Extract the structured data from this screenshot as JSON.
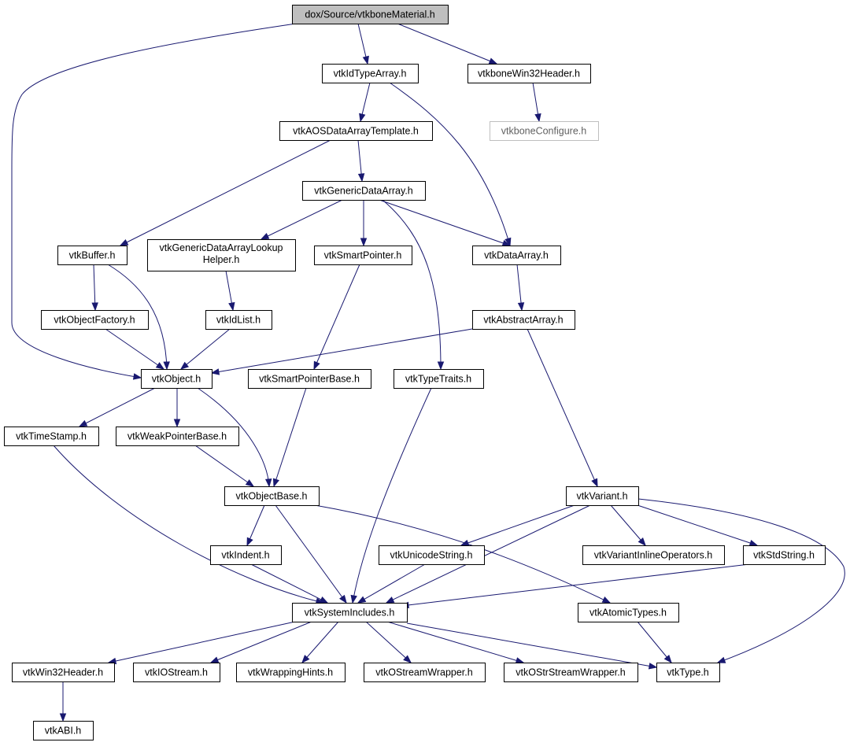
{
  "colors": {
    "edge": "#191970",
    "root_fill": "#bfbfbf",
    "node_border": "#000000",
    "missing_border": "#bfbfbf"
  },
  "nodes": [
    {
      "id": "root",
      "label": "dox/Source/vtkboneMaterial.h",
      "kind": "root"
    },
    {
      "id": "idtype",
      "label": "vtkIdTypeArray.h"
    },
    {
      "id": "win32hdr",
      "label": "vtkboneWin32Header.h"
    },
    {
      "id": "config",
      "label": "vtkboneConfigure.h",
      "kind": "missing"
    },
    {
      "id": "aos",
      "label": "vtkAOSDataArrayTemplate.h"
    },
    {
      "id": "generic",
      "label": "vtkGenericDataArray.h"
    },
    {
      "id": "buffer",
      "label": "vtkBuffer.h"
    },
    {
      "id": "lookup",
      "label": "vtkGenericDataArrayLookupHelper.h",
      "lines": [
        "vtkGenericDataArrayLookup",
        "Helper.h"
      ]
    },
    {
      "id": "smartptr",
      "label": "vtkSmartPointer.h"
    },
    {
      "id": "dataarray",
      "label": "vtkDataArray.h"
    },
    {
      "id": "objfactory",
      "label": "vtkObjectFactory.h"
    },
    {
      "id": "idlist",
      "label": "vtkIdList.h"
    },
    {
      "id": "abstract",
      "label": "vtkAbstractArray.h"
    },
    {
      "id": "object",
      "label": "vtkObject.h"
    },
    {
      "id": "smartbase",
      "label": "vtkSmartPointerBase.h"
    },
    {
      "id": "typetraits",
      "label": "vtkTypeTraits.h"
    },
    {
      "id": "timestamp",
      "label": "vtkTimeStamp.h"
    },
    {
      "id": "weakbase",
      "label": "vtkWeakPointerBase.h"
    },
    {
      "id": "objbase",
      "label": "vtkObjectBase.h"
    },
    {
      "id": "variant",
      "label": "vtkVariant.h"
    },
    {
      "id": "indent",
      "label": "vtkIndent.h"
    },
    {
      "id": "unicode",
      "label": "vtkUnicodeString.h"
    },
    {
      "id": "varinline",
      "label": "vtkVariantInlineOperators.h"
    },
    {
      "id": "stdstring",
      "label": "vtkStdString.h"
    },
    {
      "id": "sysinc",
      "label": "vtkSystemIncludes.h"
    },
    {
      "id": "atomic",
      "label": "vtkAtomicTypes.h"
    },
    {
      "id": "win32",
      "label": "vtkWin32Header.h"
    },
    {
      "id": "iostream",
      "label": "vtkIOStream.h"
    },
    {
      "id": "wrapping",
      "label": "vtkWrappingHints.h"
    },
    {
      "id": "ostream",
      "label": "vtkOStreamWrapper.h"
    },
    {
      "id": "ostrstream",
      "label": "vtkOStrStreamWrapper.h"
    },
    {
      "id": "type",
      "label": "vtkType.h"
    },
    {
      "id": "abi",
      "label": "vtkABI.h"
    }
  ],
  "edges": [
    [
      "root",
      "idtype"
    ],
    [
      "root",
      "win32hdr"
    ],
    [
      "root",
      "object"
    ],
    [
      "win32hdr",
      "config"
    ],
    [
      "idtype",
      "aos"
    ],
    [
      "idtype",
      "dataarray"
    ],
    [
      "aos",
      "generic"
    ],
    [
      "aos",
      "buffer"
    ],
    [
      "generic",
      "lookup"
    ],
    [
      "generic",
      "smartptr"
    ],
    [
      "generic",
      "dataarray"
    ],
    [
      "generic",
      "typetraits"
    ],
    [
      "buffer",
      "objfactory"
    ],
    [
      "buffer",
      "object"
    ],
    [
      "lookup",
      "idlist"
    ],
    [
      "smartptr",
      "smartbase"
    ],
    [
      "dataarray",
      "abstract"
    ],
    [
      "objfactory",
      "object"
    ],
    [
      "idlist",
      "object"
    ],
    [
      "abstract",
      "object"
    ],
    [
      "abstract",
      "variant"
    ],
    [
      "object",
      "timestamp"
    ],
    [
      "object",
      "weakbase"
    ],
    [
      "object",
      "objbase"
    ],
    [
      "smartbase",
      "objbase"
    ],
    [
      "typetraits",
      "sysinc"
    ],
    [
      "timestamp",
      "sysinc"
    ],
    [
      "weakbase",
      "objbase"
    ],
    [
      "objbase",
      "indent"
    ],
    [
      "objbase",
      "sysinc"
    ],
    [
      "objbase",
      "atomic"
    ],
    [
      "variant",
      "unicode"
    ],
    [
      "variant",
      "varinline"
    ],
    [
      "variant",
      "stdstring"
    ],
    [
      "variant",
      "sysinc"
    ],
    [
      "variant",
      "type"
    ],
    [
      "indent",
      "sysinc"
    ],
    [
      "unicode",
      "sysinc"
    ],
    [
      "stdstring",
      "sysinc"
    ],
    [
      "sysinc",
      "win32"
    ],
    [
      "sysinc",
      "iostream"
    ],
    [
      "sysinc",
      "wrapping"
    ],
    [
      "sysinc",
      "ostream"
    ],
    [
      "sysinc",
      "ostrstream"
    ],
    [
      "sysinc",
      "type"
    ],
    [
      "atomic",
      "type"
    ],
    [
      "win32",
      "abi"
    ]
  ]
}
